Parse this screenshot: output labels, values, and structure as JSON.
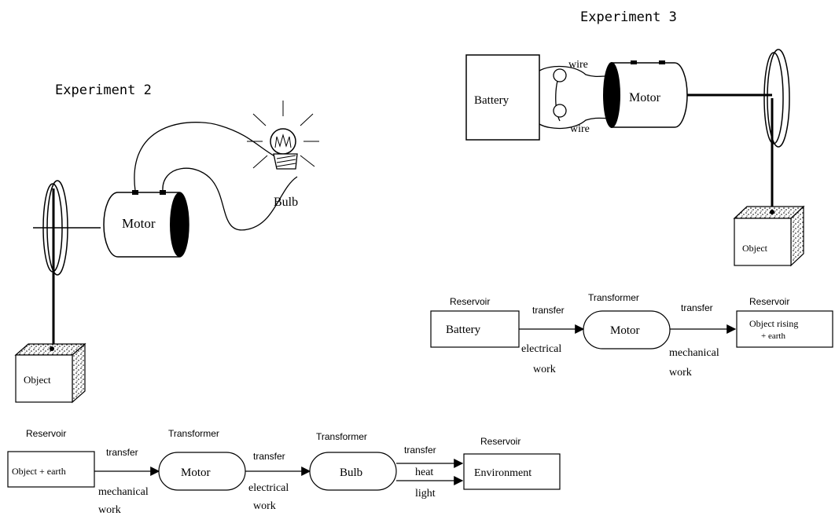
{
  "exp2": {
    "title": "Experiment 2",
    "motor_label": "Motor",
    "bulb_label": "Bulb",
    "object_label": "Object"
  },
  "exp3": {
    "title": "Experiment 3",
    "battery_label": "Battery",
    "motor_label": "Motor",
    "wire_top": "wire",
    "wire_bottom": "wire",
    "object_label": "Object"
  },
  "flow3": {
    "res1_caption": "Reservoir",
    "res1_label": "Battery",
    "transfer1": "transfer",
    "work1_line1": "electrical",
    "work1_line2": "work",
    "transformer_caption": "Transformer",
    "transformer_label": "Motor",
    "transfer2": "transfer",
    "work2_line1": "mechanical",
    "work2_line2": "work",
    "res2_caption": "Reservoir",
    "res2_line1": "Object rising",
    "res2_line2": "+ earth"
  },
  "flow2": {
    "res1_caption": "Reservoir",
    "res1_label": "Object + earth",
    "transfer1": "transfer",
    "work1_line1": "mechanical",
    "work1_line2": "work",
    "t1_caption": "Transformer",
    "t1_label": "Motor",
    "transfer2": "transfer",
    "work2_line1": "electrical",
    "work2_line2": "work",
    "t2_caption": "Transformer",
    "t2_label": "Bulb",
    "transfer3": "transfer",
    "out_heat": "heat",
    "out_light": "light",
    "res2_caption": "Reservoir",
    "res2_label": "Environment"
  }
}
